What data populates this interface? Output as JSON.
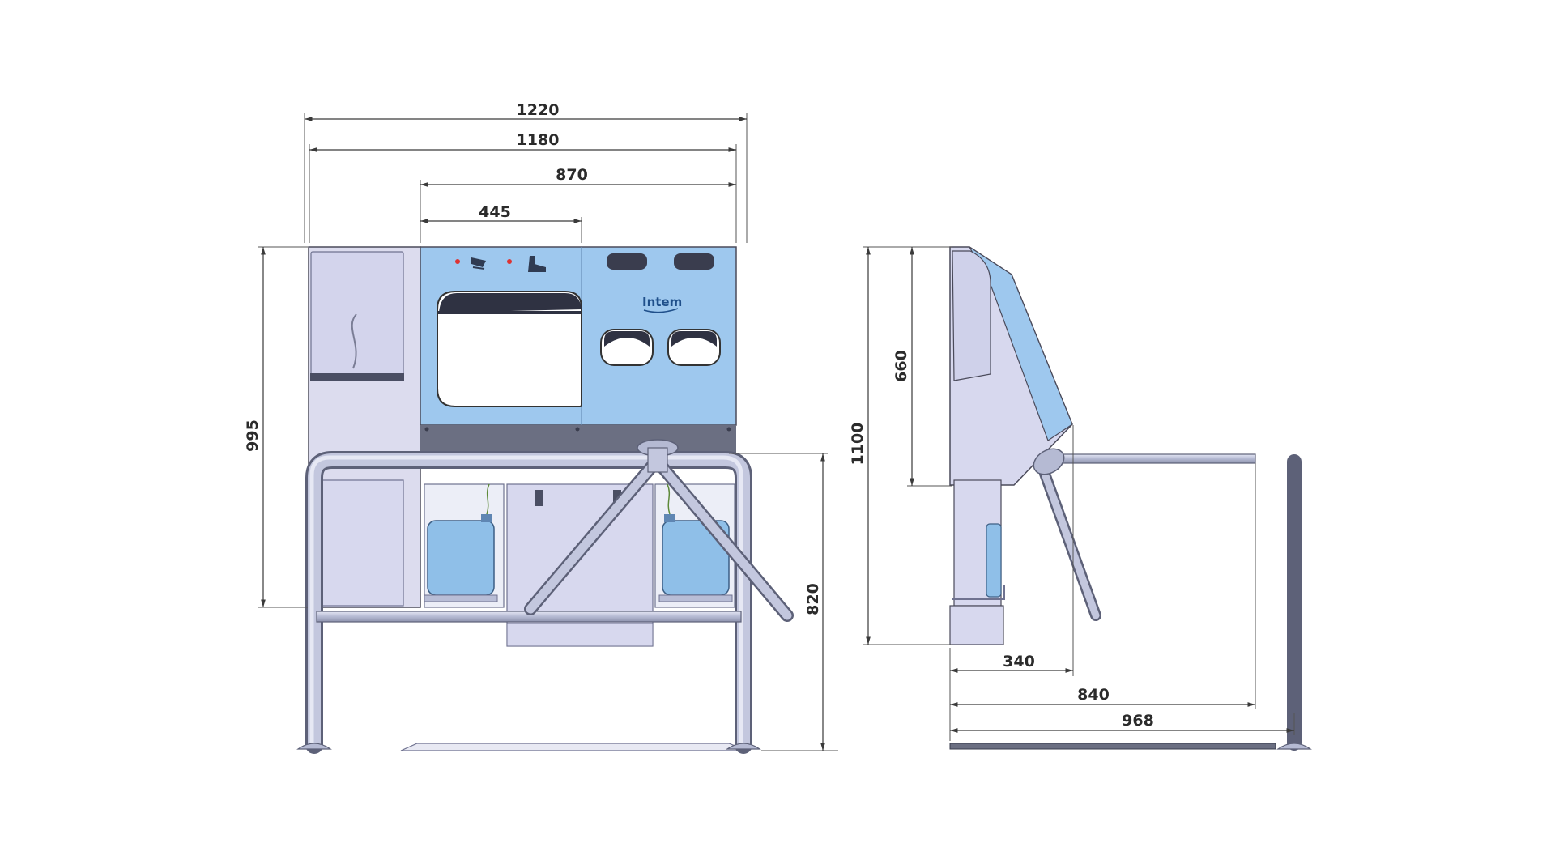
{
  "front_view": {
    "dimensions": {
      "overall_width": "1220",
      "body_width": "1180",
      "panel_width": "870",
      "sink_width": "445",
      "body_height": "995",
      "rail_height": "820"
    },
    "logo": "Intem"
  },
  "side_view": {
    "dimensions": {
      "overall_height": "1100",
      "panel_height": "660",
      "depth_340": "340",
      "depth_840": "840",
      "depth_968": "968"
    }
  },
  "colors": {
    "panel_blue": "#9ec8ee",
    "body_lavender": "#d7d8ee",
    "steel": "#b8bdd6",
    "dark_band": "#6b6f82",
    "canister_blue": "#8fbfe8"
  }
}
